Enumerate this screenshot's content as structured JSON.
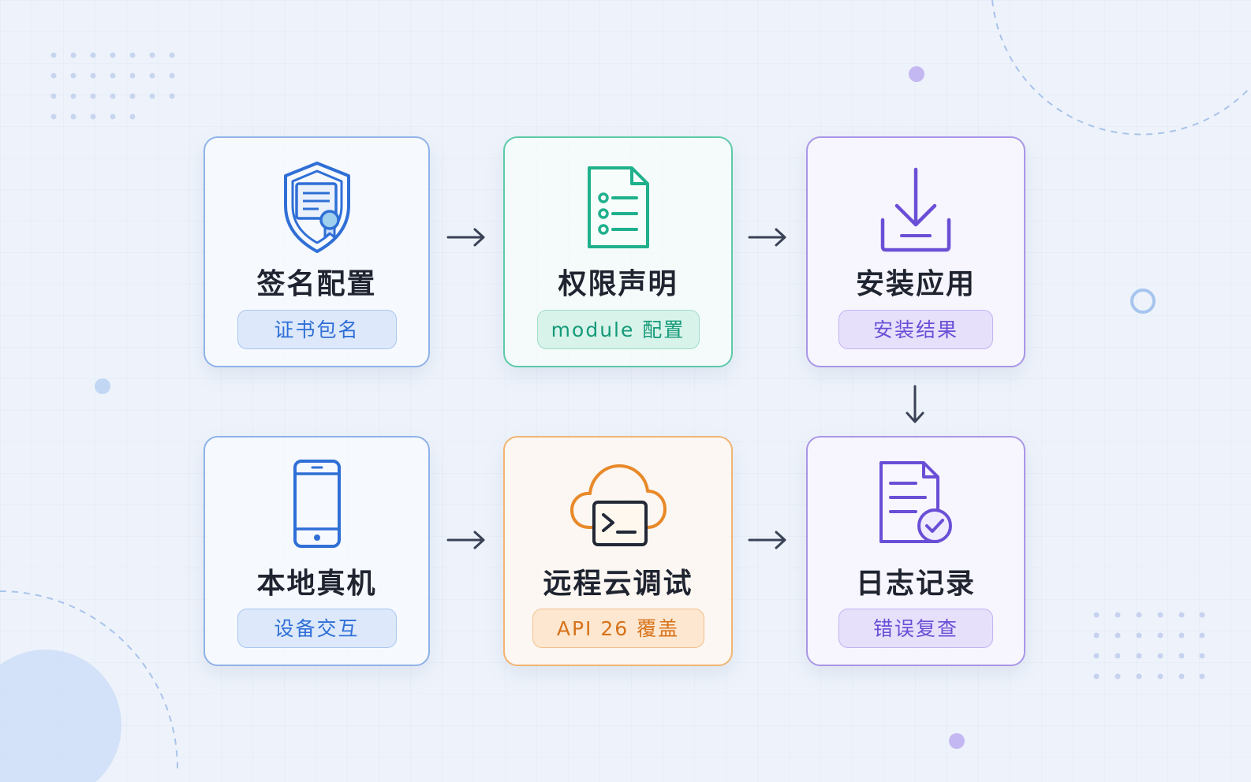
{
  "colors": {
    "blue": "#2f6fd6",
    "green": "#1fb08c",
    "purple": "#6a4fd6",
    "orange": "#e8892a",
    "arrow": "#3a4256"
  },
  "cards": [
    {
      "id": "signing",
      "title": "签名配置",
      "tag": "证书包名",
      "icon": "shield-certificate-icon"
    },
    {
      "id": "permission",
      "title": "权限声明",
      "tag": "module 配置",
      "icon": "document-list-icon"
    },
    {
      "id": "install",
      "title": "安装应用",
      "tag": "安装结果",
      "icon": "download-tray-icon"
    },
    {
      "id": "device",
      "title": "本地真机",
      "tag": "设备交互",
      "icon": "smartphone-icon"
    },
    {
      "id": "cloud",
      "title": "远程云调试",
      "tag": "API 26 覆盖",
      "icon": "cloud-terminal-icon"
    },
    {
      "id": "log",
      "title": "日志记录",
      "tag": "错误复查",
      "icon": "log-check-icon"
    }
  ]
}
